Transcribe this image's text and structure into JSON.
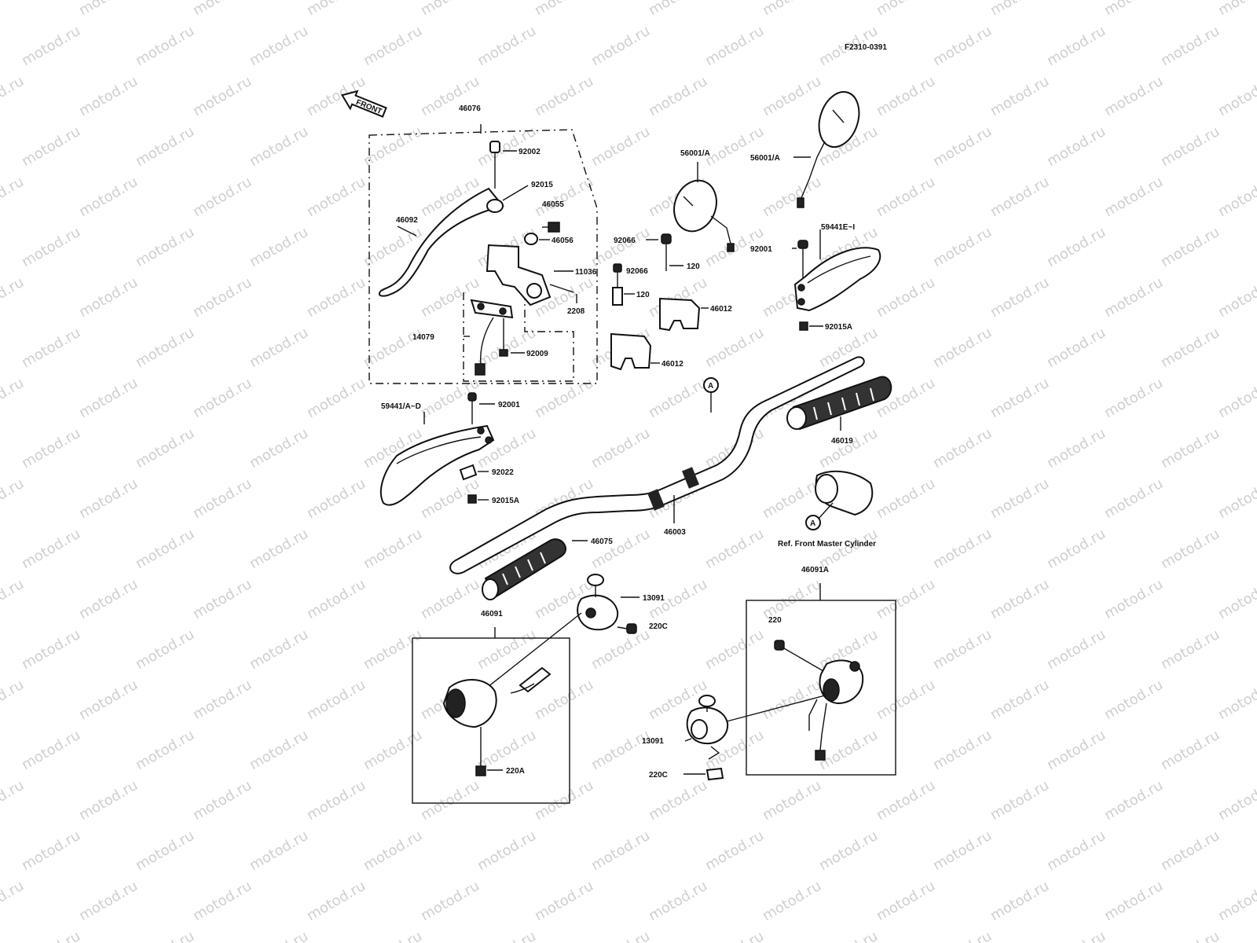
{
  "diagram": {
    "code": "F2310-0391",
    "front_label": "FRONT",
    "watermark": "motod.ru",
    "note": "Ref. Front Master Cylinder",
    "callout_a": "A",
    "parts": {
      "p46076": "46076",
      "p92002": "92002",
      "p92015": "92015",
      "p46055": "46055",
      "p46092": "46092",
      "p46056": "46056",
      "p11036": "11036",
      "p2208": "2208",
      "p14079": "14079",
      "p92009": "92009",
      "p56001a_left": "56001/A",
      "p56001a_right": "56001/A",
      "p92066_top": "92066",
      "p92066_bottom": "92066",
      "p120_top": "120",
      "p120_bottom": "120",
      "p46012_top": "46012",
      "p46012_bottom": "46012",
      "p92001_right": "92001",
      "p59441e": "59441E~I",
      "p92015a_right": "92015A",
      "p59441ad": "59441/A~D",
      "p92001_left": "92001",
      "p92022": "92022",
      "p92015a_left": "92015A",
      "p46019": "46019",
      "p46003": "46003",
      "p46075": "46075",
      "p13091_left": "13091",
      "p220c_left": "220C",
      "p46091": "46091",
      "p220a": "220A",
      "p46091a": "46091A",
      "p220": "220",
      "p13091_right": "13091",
      "p220c_right": "220C"
    }
  }
}
